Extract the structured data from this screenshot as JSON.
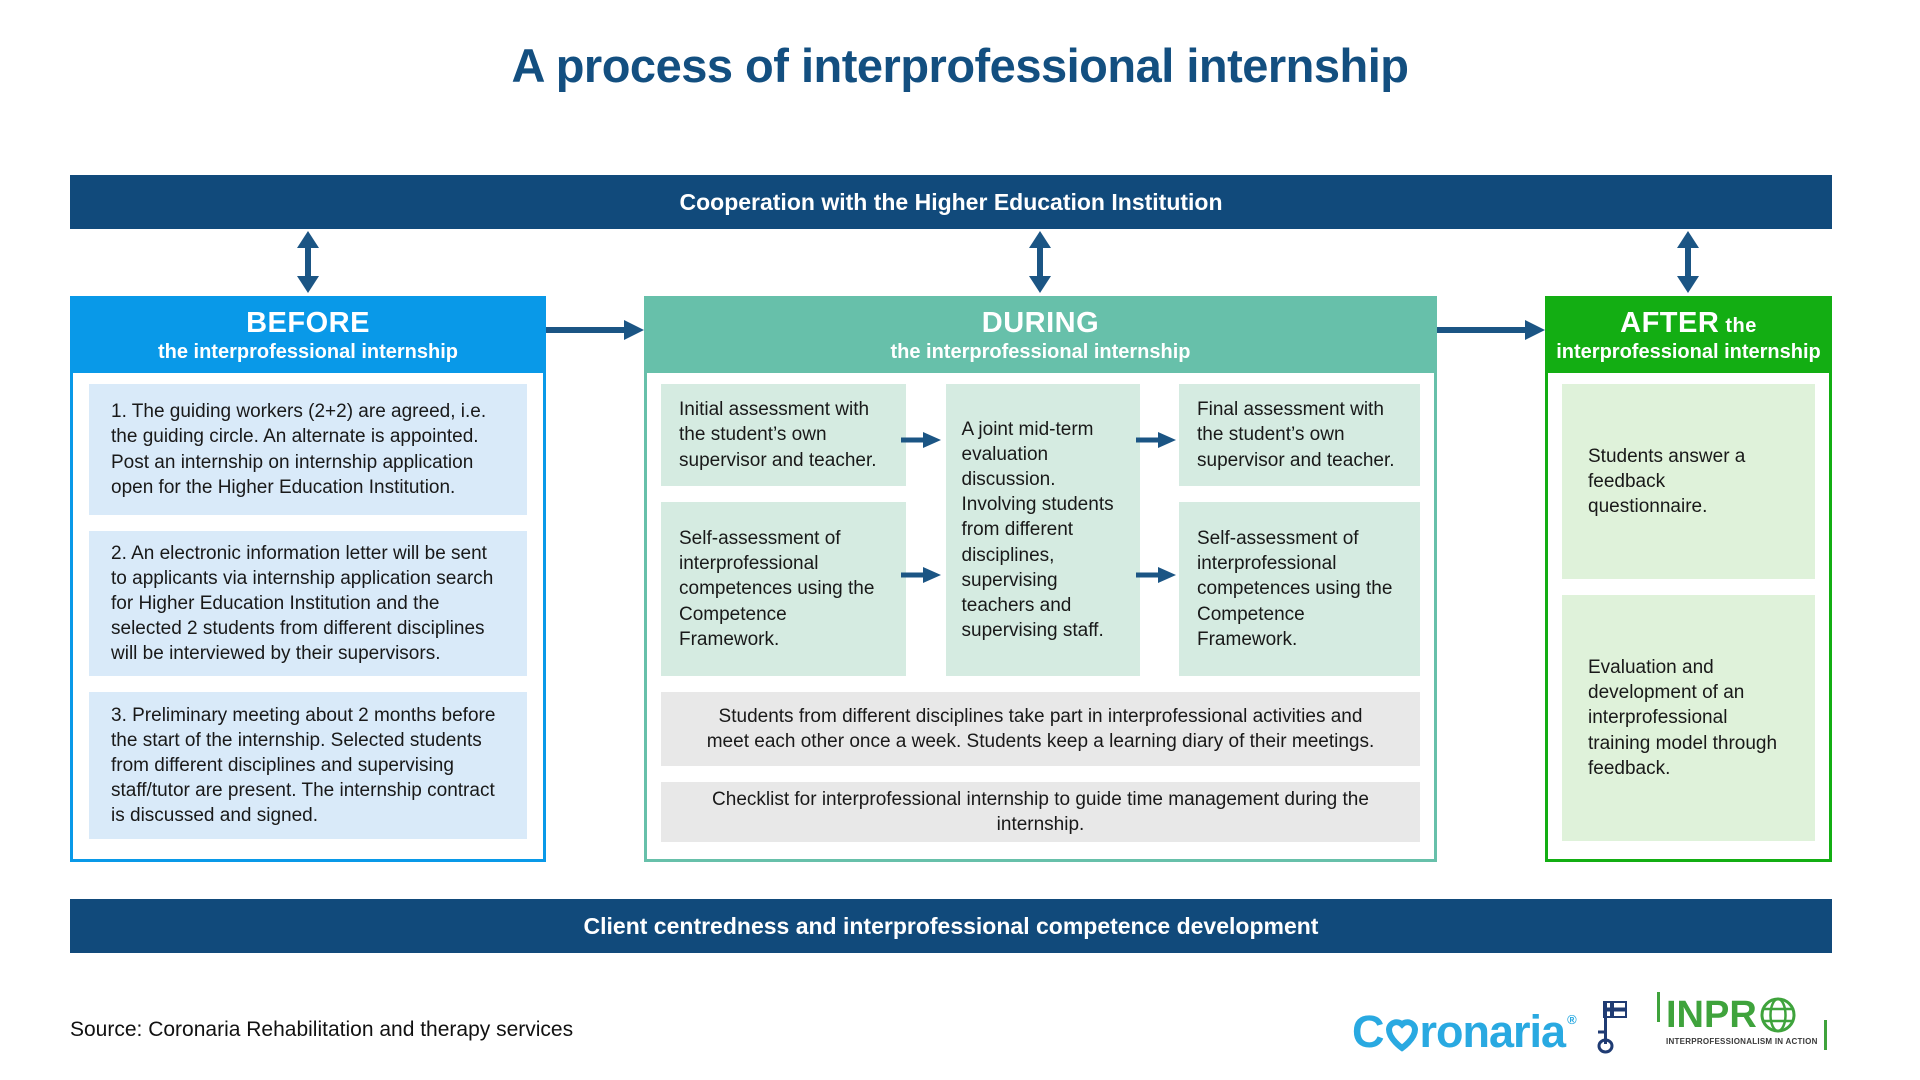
{
  "title": "A process of interprofessional internship",
  "top_banner": "Cooperation with the Higher Education Institution",
  "bottom_banner": "Client centredness and interprofessional competence development",
  "colors": {
    "dark_blue": "#114A7B",
    "before_blue": "#0999E8",
    "before_box": "#D9EAF9",
    "during_teal": "#67C0AA",
    "during_box": "#D5EBE1",
    "after_green": "#13AE13",
    "after_box": "#DFF2DA",
    "note_gray": "#E8E8E8",
    "coronaria_blue": "#29A9E1",
    "inpro_green": "#3FA33C"
  },
  "columns": {
    "before": {
      "title": "BEFORE",
      "subtitle": "the interprofessional internship",
      "items": [
        "1. The guiding workers (2+2) are agreed, i.e. the guiding circle. An alternate is appointed. Post an internship on internship application open for the Higher Education Institution.",
        "2. An electronic information letter will be sent to applicants via internship application search for Higher Education Institution and the selected 2 students from different disciplines will be interviewed by their supervisors.",
        "3. Preliminary meeting about 2 months before the start of the internship. Selected students from different disciplines and supervising staff/tutor are present. The internship contract is discussed and signed."
      ]
    },
    "during": {
      "title": "DURING",
      "subtitle": "the interprofessional internship",
      "flow": {
        "initial": "Initial assessment with the student’s own supervisor and teacher.",
        "self1": "Self-assessment of interprofessional competences using the Competence Framework.",
        "midterm": "A joint mid-term evaluation discussion. Involving students from different disciplines, supervising teachers and supervising staff.",
        "final": "Final assessment with the student’s own supervisor and teacher.",
        "self2": "Self-assessment of interprofessional competences using the Competence Framework."
      },
      "notes": [
        "Students from different disciplines take part in interprofessional activities and meet each other once a week. Students keep a learning diary of their meetings.",
        "Checklist for interprofessional internship to guide time management during the internship."
      ]
    },
    "after": {
      "title": "AFTER",
      "title_suffix": " the",
      "subtitle": "interprofessional internship",
      "items": [
        "Students answer a feedback questionnaire.",
        "Evaluation and development of an interprofessional training model through feedback."
      ]
    }
  },
  "footer": {
    "source": "Source: Coronaria Rehabilitation and therapy services",
    "coronaria_c": "C",
    "coronaria_rest": "ronaria",
    "coronaria_reg": "®",
    "inpro_text": "INPR",
    "inpro_tagline": "INTERPROFESSIONALISM IN ACTION"
  }
}
